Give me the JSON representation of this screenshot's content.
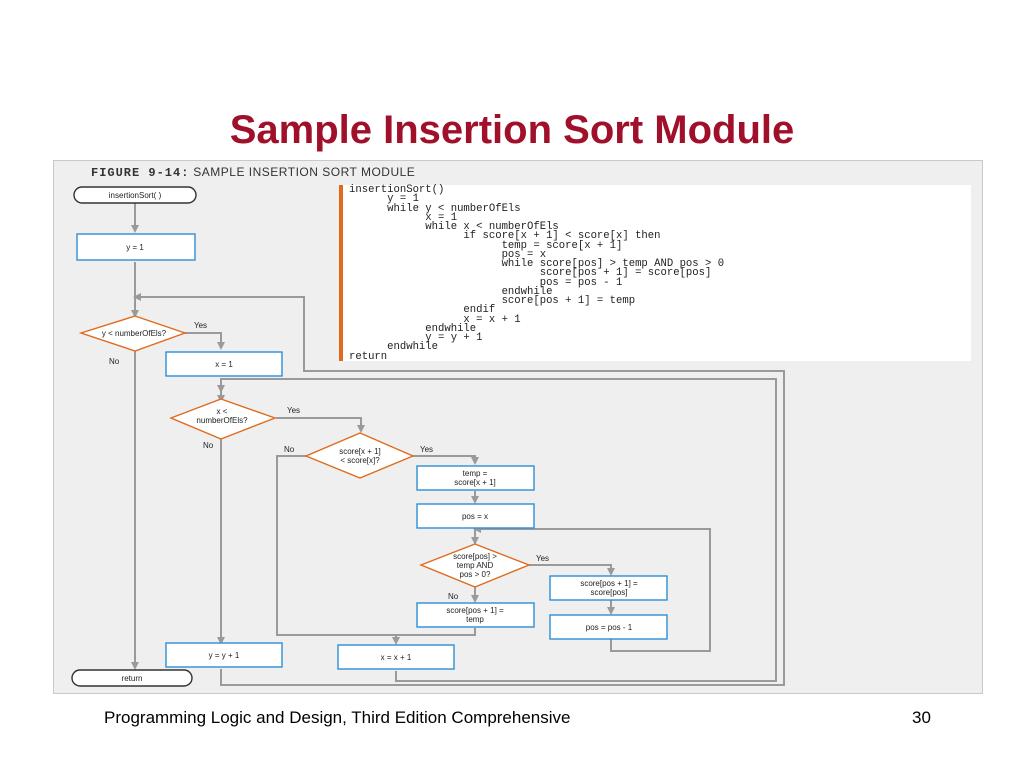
{
  "slide": {
    "title": "Sample Insertion Sort Module",
    "footer": "Programming Logic and Design, Third Edition Comprehensive",
    "page_number": "30"
  },
  "figure": {
    "label_prefix": "FIGURE 9-14:",
    "label_text": "SAMPLE INSERTION SORT MODULE",
    "code": "insertionSort()\n      y = 1\n      while y < numberOfEls\n            x = 1\n            while x < numberOfEls\n                  if score[x + 1] < score[x] then\n                        temp = score[x + 1]\n                        pos = x\n                        while score[pos] > temp AND pos > 0\n                              score[pos + 1] = score[pos]\n                              pos = pos - 1\n                        endwhile\n                        score[pos + 1] = temp\n                  endif\n                  x = x + 1\n            endwhile\n            y = y + 1\n      endwhile\nreturn"
  },
  "flowchart": {
    "start": "insertionSort( )",
    "y_init": "y = 1",
    "cond_outer_1": "y < numberOfEls?",
    "x_init": "x = 1",
    "cond_x_1": "x <",
    "cond_x_2": "numberOfEls?",
    "cond_score_1": "score[x + 1]",
    "cond_score_2": "< score[x]?",
    "temp_1": "temp =",
    "temp_2": "score[x + 1]",
    "pos_init": "pos = x",
    "cond_pos_1": "score[pos] >",
    "cond_pos_2": "temp AND",
    "cond_pos_3": "pos > 0?",
    "shift_1": "score[pos + 1] =",
    "shift_2": "score[pos]",
    "pos_dec": "pos = pos - 1",
    "place_1": "score[pos + 1] =",
    "place_2": "temp",
    "x_inc": "x = x + 1",
    "y_inc": "y = y + 1",
    "end": "return",
    "yes": "Yes",
    "no": "No"
  },
  "colors": {
    "title": "#a0102a",
    "process_border": "#2b8fd6",
    "decision_border": "#e06a1e",
    "flow_line": "#9a9a9a",
    "panel_bg": "#efefef"
  }
}
